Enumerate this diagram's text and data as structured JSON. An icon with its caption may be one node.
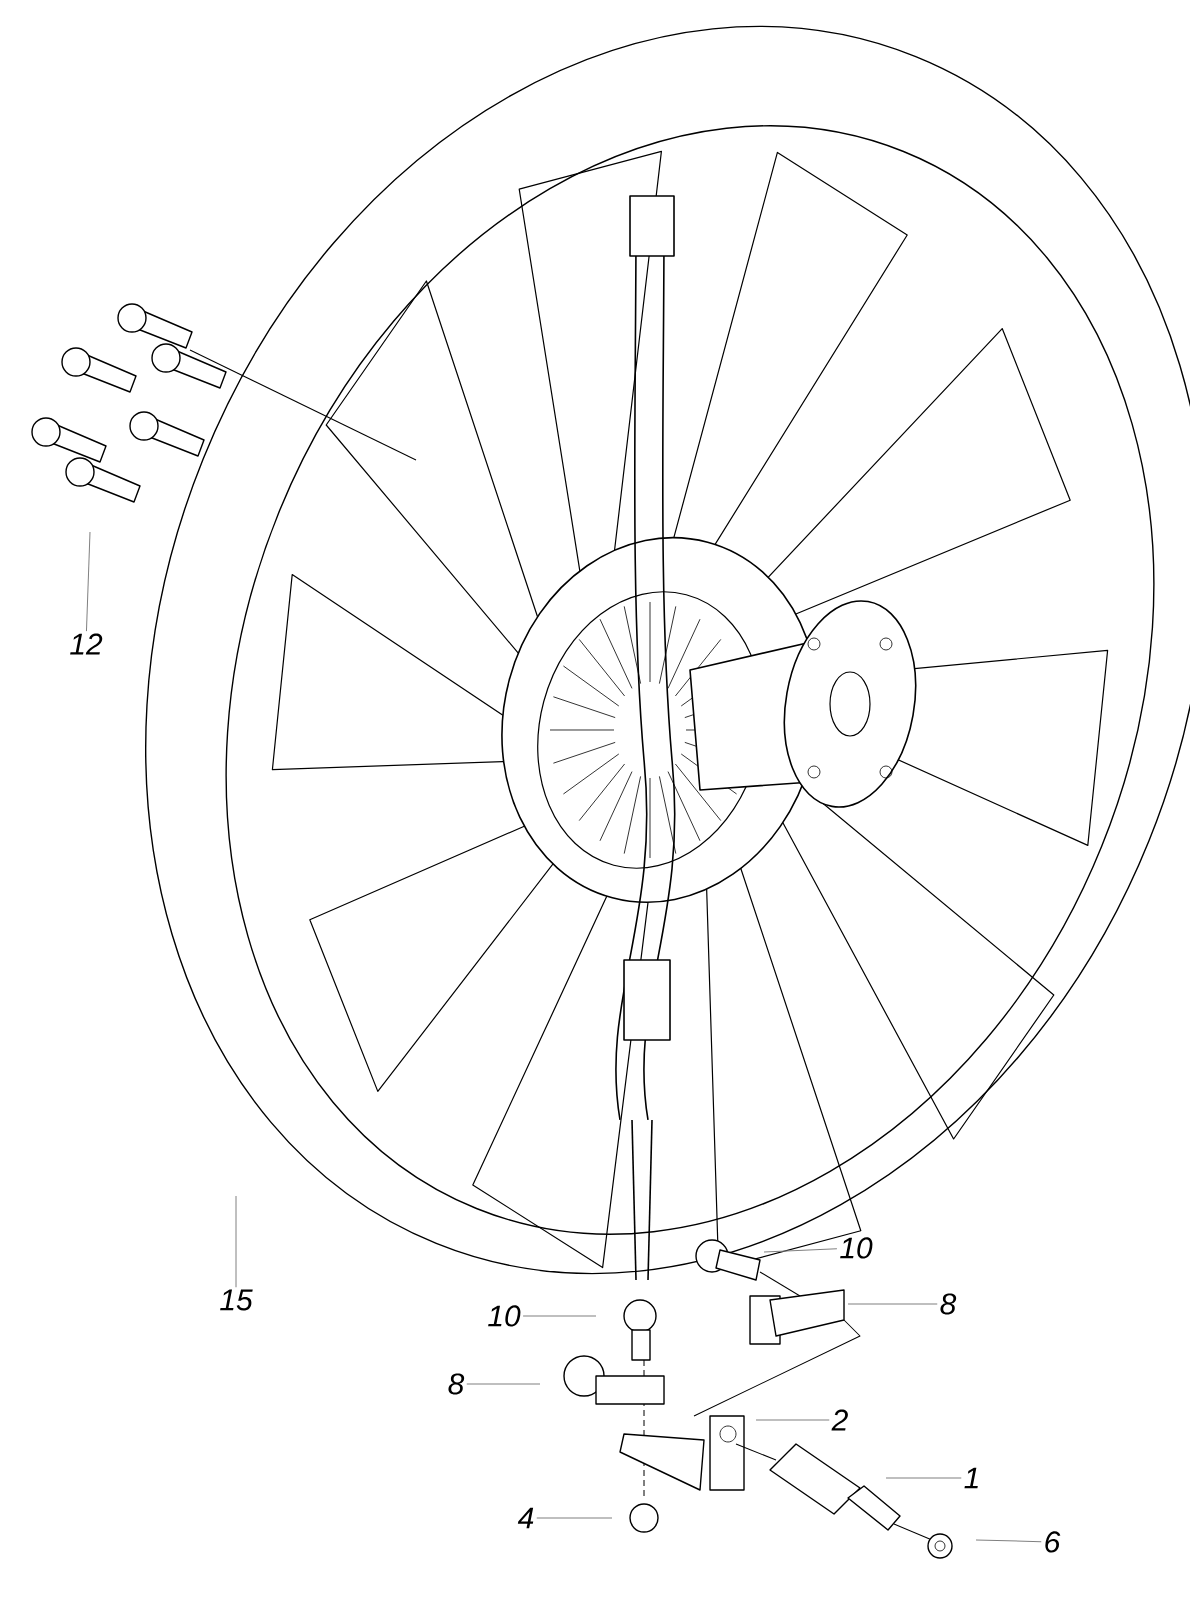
{
  "diagram": {
    "nodes": [
      {
        "text": [
          "12"
        ]
      },
      {
        "text": [
          "15"
        ]
      },
      {
        "text": [
          "10"
        ]
      },
      {
        "text": [
          "8"
        ]
      },
      {
        "text": [
          "10"
        ]
      },
      {
        "text": [
          "8"
        ]
      },
      {
        "text": [
          "2"
        ]
      },
      {
        "text": [
          "1"
        ]
      },
      {
        "text": [
          "4"
        ]
      },
      {
        "text": [
          "6"
        ]
      }
    ],
    "edges": [
      {
        "from": 0,
        "to": null,
        "arrow": "none"
      },
      {
        "from": 1,
        "to": null,
        "arrow": "none"
      },
      {
        "from": 2,
        "to": null,
        "arrow": "none"
      },
      {
        "from": 3,
        "to": null,
        "arrow": "none"
      },
      {
        "from": 4,
        "to": null,
        "arrow": "none"
      },
      {
        "from": 5,
        "to": null,
        "arrow": "none"
      },
      {
        "from": 6,
        "to": null,
        "arrow": "none"
      },
      {
        "from": 7,
        "to": null,
        "arrow": "none"
      },
      {
        "from": 8,
        "to": null,
        "arrow": "none"
      },
      {
        "from": 9,
        "to": null,
        "arrow": "none"
      }
    ]
  }
}
